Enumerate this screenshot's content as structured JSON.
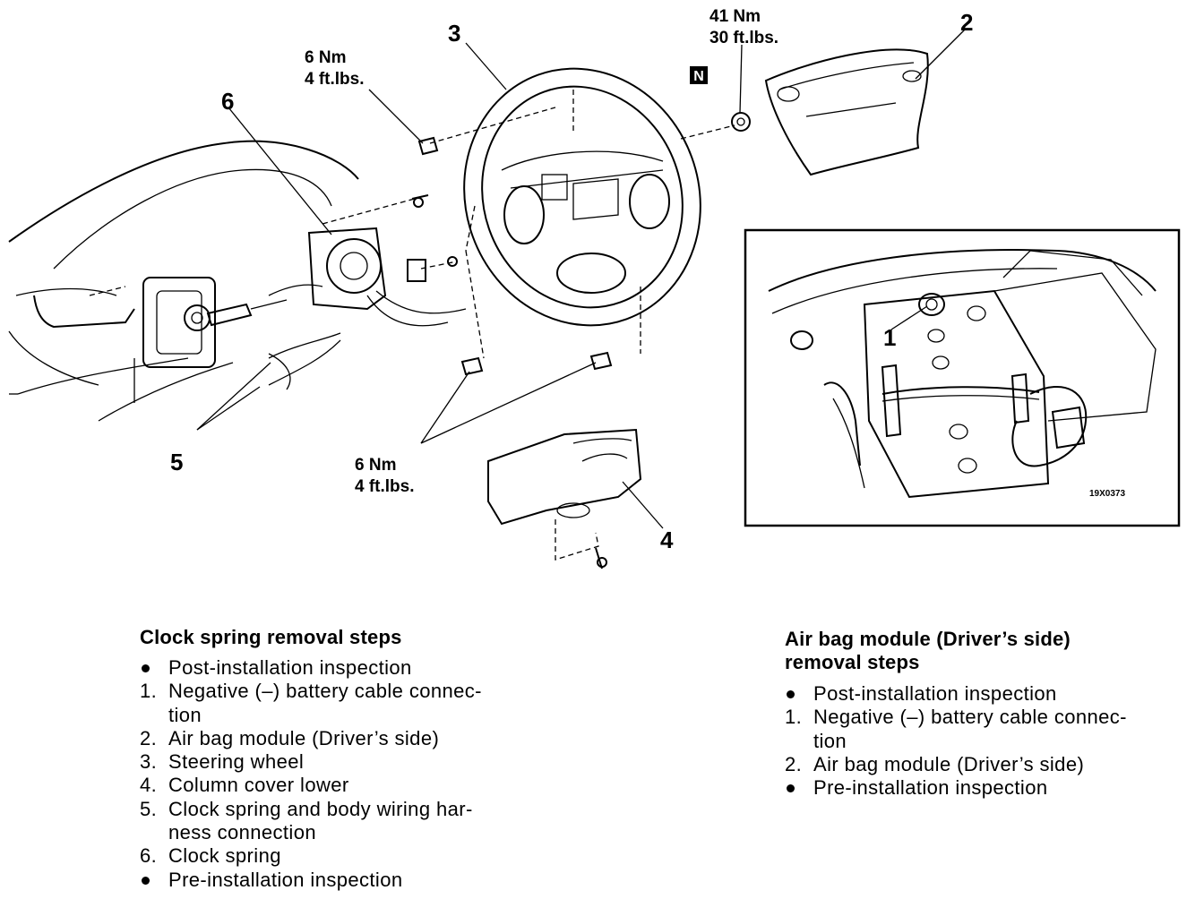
{
  "diagram": {
    "callouts": {
      "c1": "1",
      "c2": "2",
      "c3": "3",
      "c4": "4",
      "c5": "5",
      "c6": "6"
    },
    "torque": {
      "top_left": [
        "6 Nm",
        "4 ft.lbs."
      ],
      "top_right": [
        "41 Nm",
        "30 ft.lbs."
      ],
      "bottom": [
        "6 Nm",
        "4 ft.lbs."
      ]
    },
    "nut_marker": "N",
    "inset_code": "19X0373"
  },
  "clock_spring": {
    "title": "Clock spring removal steps",
    "steps": [
      {
        "marker": "bullet",
        "lines": [
          "Post-installation inspection"
        ]
      },
      {
        "marker": "1.",
        "lines": [
          "Negative (–) battery cable connec-",
          "tion"
        ]
      },
      {
        "marker": "2.",
        "lines": [
          "Air bag module (Driver’s side)"
        ]
      },
      {
        "marker": "3.",
        "lines": [
          "Steering wheel"
        ]
      },
      {
        "marker": "4.",
        "lines": [
          "Column cover lower"
        ]
      },
      {
        "marker": "5.",
        "lines": [
          "Clock spring and body wiring har-",
          "ness connection"
        ]
      },
      {
        "marker": "6.",
        "lines": [
          "Clock spring"
        ]
      },
      {
        "marker": "bullet",
        "lines": [
          "Pre-installation inspection"
        ]
      }
    ]
  },
  "air_bag_module": {
    "title_lines": [
      "Air bag module (Driver’s side)",
      "removal steps"
    ],
    "steps": [
      {
        "marker": "bullet",
        "lines": [
          "Post-installation inspection"
        ]
      },
      {
        "marker": "1.",
        "lines": [
          "Negative (–) battery cable connec-",
          "tion"
        ]
      },
      {
        "marker": "2.",
        "lines": [
          "Air bag module (Driver’s side)"
        ]
      },
      {
        "marker": "bullet",
        "lines": [
          "Pre-installation inspection"
        ]
      }
    ]
  }
}
